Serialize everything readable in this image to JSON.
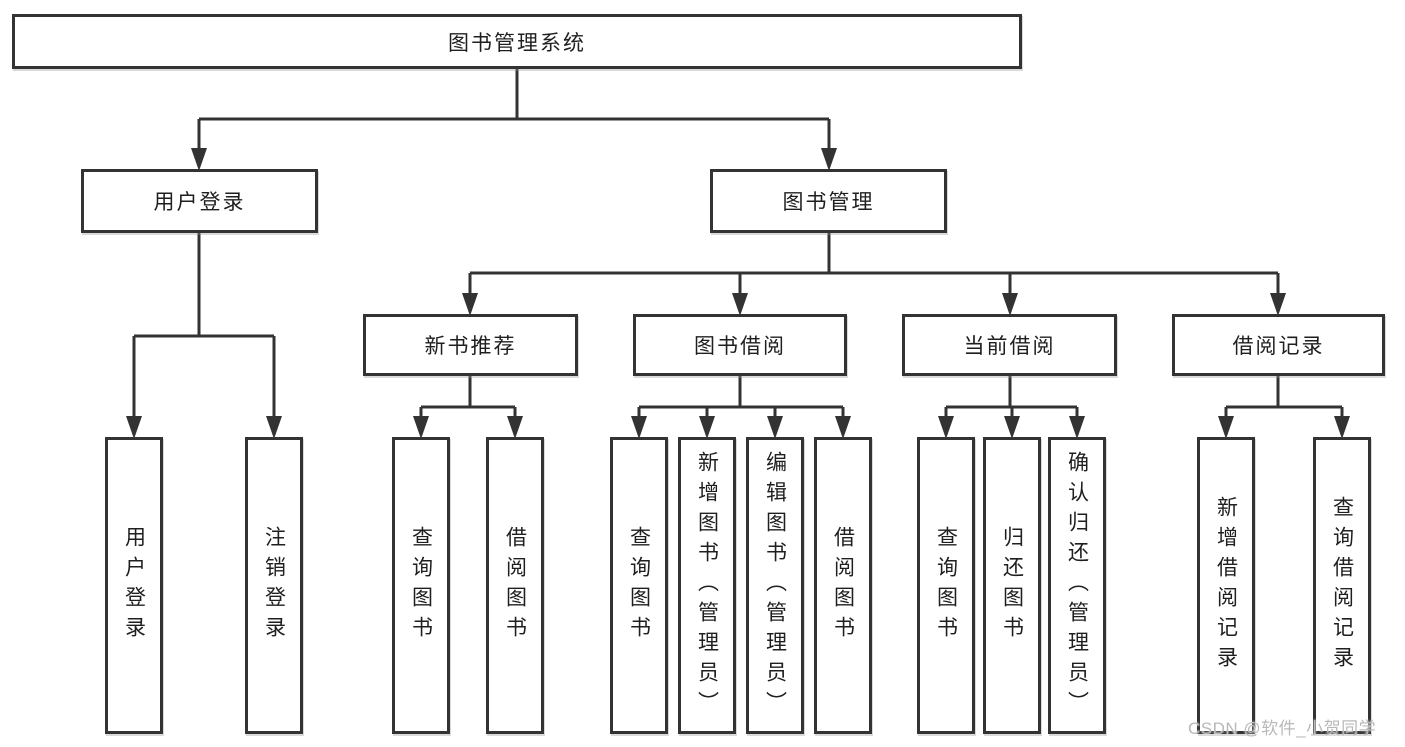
{
  "colors": {
    "line": "#333333",
    "box_border": "#333333",
    "text": "#1f1f1f",
    "watermark": "#b9b9b9",
    "background": "#ffffff"
  },
  "watermark": {
    "text": "CSDN @软件_小贺同学"
  },
  "nodes": {
    "root": {
      "label": "图书管理系统"
    },
    "branches": [
      {
        "label": "用户登录",
        "leaves": [
          "用户登录",
          "注销登录"
        ]
      },
      {
        "label": "图书管理",
        "groups": [
          {
            "label": "新书推荐",
            "leaves": [
              "查询图书",
              "借阅图书"
            ]
          },
          {
            "label": "图书借阅",
            "leaves": [
              "查询图书",
              "新增图书（管理员）",
              "编辑图书（管理员）",
              "借阅图书"
            ]
          },
          {
            "label": "当前借阅",
            "leaves": [
              "查询图书",
              "归还图书",
              "确认归还（管理员）"
            ]
          },
          {
            "label": "借阅记录",
            "leaves": [
              "新增借阅记录",
              "查询借阅记录"
            ]
          }
        ]
      }
    ]
  }
}
